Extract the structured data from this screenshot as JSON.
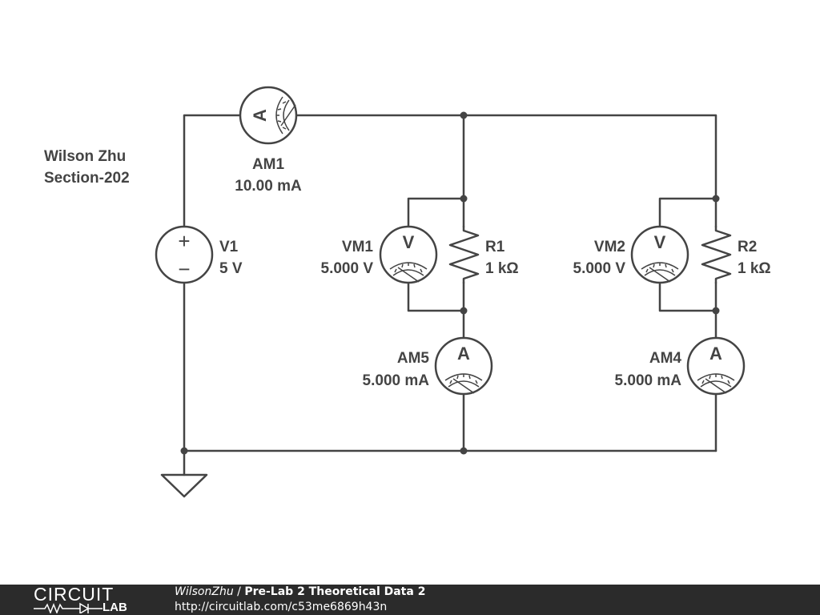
{
  "annotation": {
    "line1": "Wilson Zhu",
    "line2": "Section-202"
  },
  "components": {
    "V1": {
      "name": "V1",
      "value": "5 V",
      "plus": "+",
      "minus": "−"
    },
    "AM1": {
      "name": "AM1",
      "reading": "10.00 mA",
      "symbol": "A"
    },
    "VM1": {
      "name": "VM1",
      "reading": "5.000 V",
      "symbol": "V"
    },
    "R1": {
      "name": "R1",
      "value": "1 kΩ"
    },
    "AM5": {
      "name": "AM5",
      "reading": "5.000 mA",
      "symbol": "A"
    },
    "VM2": {
      "name": "VM2",
      "reading": "5.000 V",
      "symbol": "V"
    },
    "R2": {
      "name": "R2",
      "value": "1 kΩ"
    },
    "AM4": {
      "name": "AM4",
      "reading": "5.000 mA",
      "symbol": "A"
    }
  },
  "footer": {
    "logo_top": "CIRCUIT",
    "logo_bottom": "LAB",
    "author": "WilsonZhu",
    "separator": " / ",
    "title": "Pre-Lab 2 Theoretical Data 2",
    "url": "http://circuitlab.com/c53me6869h43n"
  },
  "colors": {
    "wire": "#444444",
    "footer_bg": "#2b2b2b",
    "footer_text": "#ffffff"
  }
}
